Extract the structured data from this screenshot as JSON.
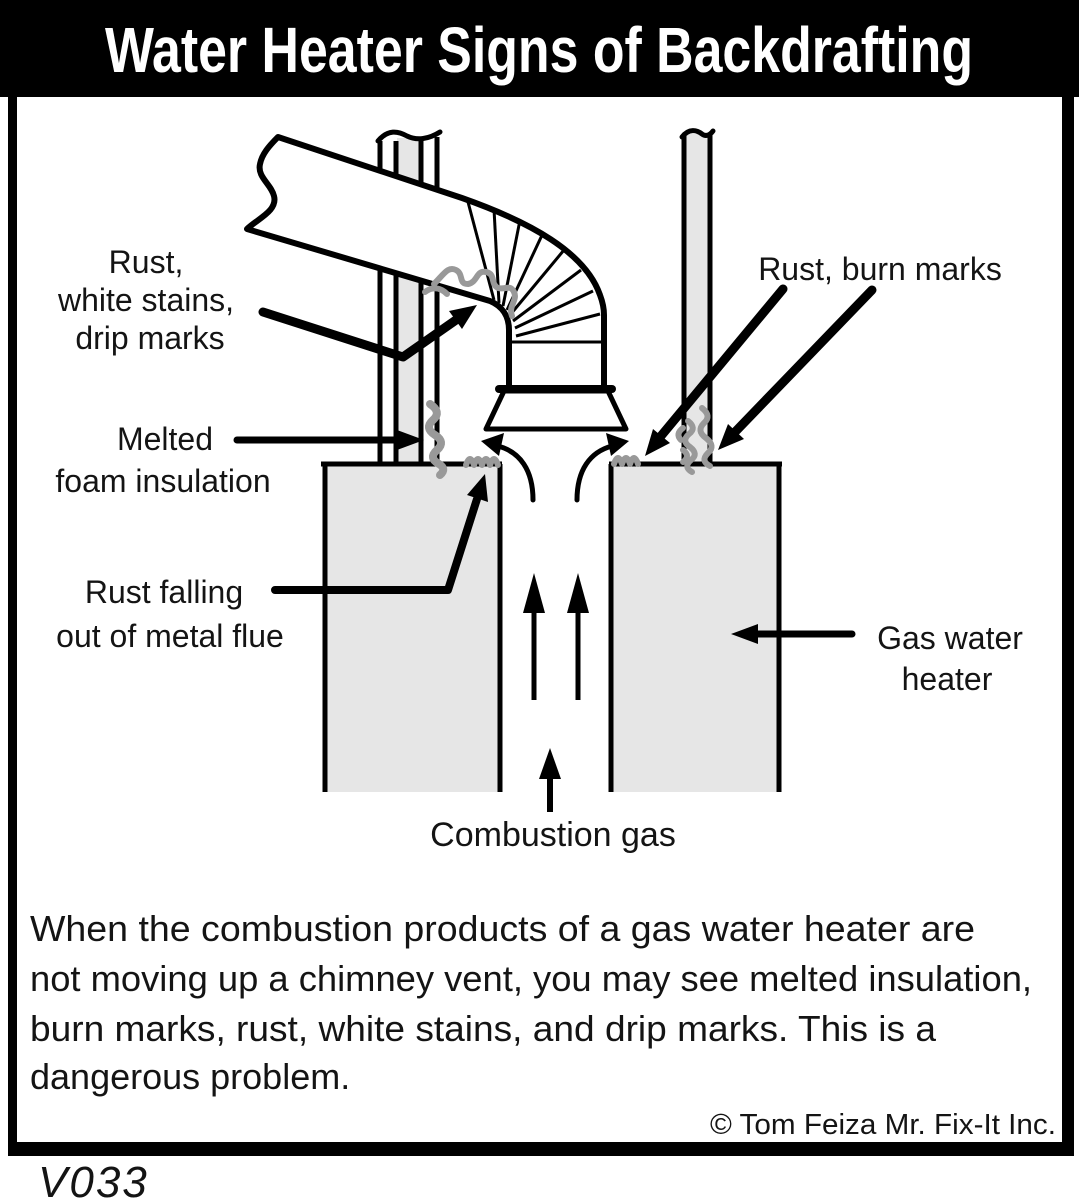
{
  "title": "Water Heater Signs of Backdrafting",
  "figure_code": "V033",
  "copyright": "© Tom Feiza Mr. Fix-It Inc.",
  "colors": {
    "line": "#000000",
    "fill_light": "#e6e6e6",
    "rust": "#999999",
    "title_bg": "#000000",
    "title_fg": "#ffffff",
    "paper": "#ffffff"
  },
  "labels": {
    "rust_white_stains": {
      "lines": [
        "Rust,",
        "white stains,",
        "drip marks"
      ]
    },
    "melted_foam": {
      "lines": [
        "Melted",
        "foam insulation"
      ]
    },
    "rust_falling": {
      "lines": [
        "Rust falling",
        "out of metal flue"
      ]
    },
    "rust_burn_marks": {
      "lines": [
        "Rust, burn marks"
      ]
    },
    "gas_water_heater": {
      "lines": [
        "Gas water",
        "heater"
      ]
    },
    "combustion_gas": {
      "lines": [
        "Combustion gas"
      ]
    }
  },
  "caption": {
    "lines": [
      "When the combustion products of a gas water heater are",
      "not moving up a chimney vent, you may see melted insulation,",
      "burn marks, rust, white stains, and drip marks.  This is a",
      "dangerous problem."
    ]
  }
}
